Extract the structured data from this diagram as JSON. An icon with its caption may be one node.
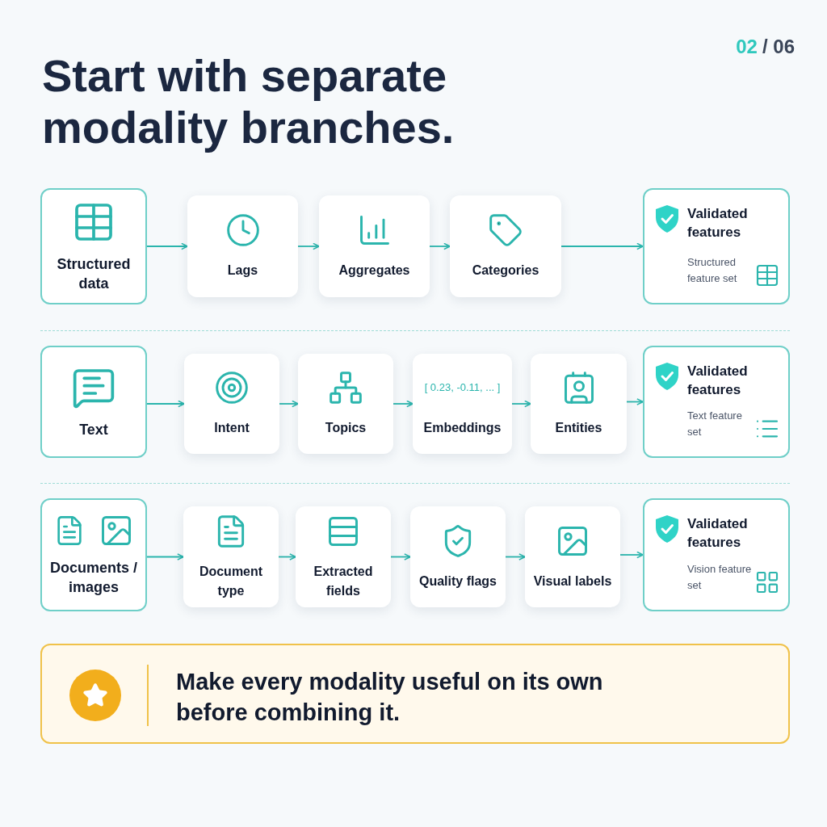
{
  "diagram": {
    "title": "Start with separate modality branches.",
    "nodes": [
      {
        "text": [
          "Structured data"
        ]
      },
      {
        "text": [
          "Lags"
        ]
      },
      {
        "text": [
          "Aggregates"
        ]
      },
      {
        "text": [
          "Categories"
        ]
      },
      {
        "text": [
          "Validated features",
          "Structured feature set"
        ]
      },
      {
        "text": [
          "Text"
        ]
      },
      {
        "text": [
          "Intent"
        ]
      },
      {
        "text": [
          "Topics"
        ]
      },
      {
        "text": [
          "[ 0.23, -0.11, ... ]",
          "Embeddings"
        ]
      },
      {
        "text": [
          "Entities"
        ]
      },
      {
        "text": [
          "Validated features",
          "Text feature set"
        ]
      },
      {
        "text": [
          "Documents / images"
        ]
      },
      {
        "text": [
          "Document type"
        ]
      },
      {
        "text": [
          "Extracted fields"
        ]
      },
      {
        "text": [
          "Quality flags"
        ]
      },
      {
        "text": [
          "Visual labels"
        ]
      },
      {
        "text": [
          "Validated features",
          "Vision feature set"
        ]
      },
      {
        "text": [
          "Make every modality useful on its own before combining it."
        ]
      }
    ],
    "edges": [
      {
        "from": 0,
        "to": 1,
        "arrow": "to"
      },
      {
        "from": 1,
        "to": 2,
        "arrow": "to"
      },
      {
        "from": 2,
        "to": 3,
        "arrow": "to"
      },
      {
        "from": 3,
        "to": 4,
        "arrow": "to"
      },
      {
        "from": 5,
        "to": 6,
        "arrow": "to"
      },
      {
        "from": 6,
        "to": 7,
        "arrow": "to"
      },
      {
        "from": 7,
        "to": 8,
        "arrow": "to"
      },
      {
        "from": 8,
        "to": 9,
        "arrow": "to"
      },
      {
        "from": 9,
        "to": 10,
        "arrow": "to"
      },
      {
        "from": 11,
        "to": 12,
        "arrow": "to"
      },
      {
        "from": 12,
        "to": 13,
        "arrow": "to"
      },
      {
        "from": 13,
        "to": 14,
        "arrow": "to"
      },
      {
        "from": 14,
        "to": 15,
        "arrow": "to"
      },
      {
        "from": 15,
        "to": 16,
        "arrow": "to"
      }
    ],
    "labels": [
      "02",
      "/ 06"
    ]
  }
}
